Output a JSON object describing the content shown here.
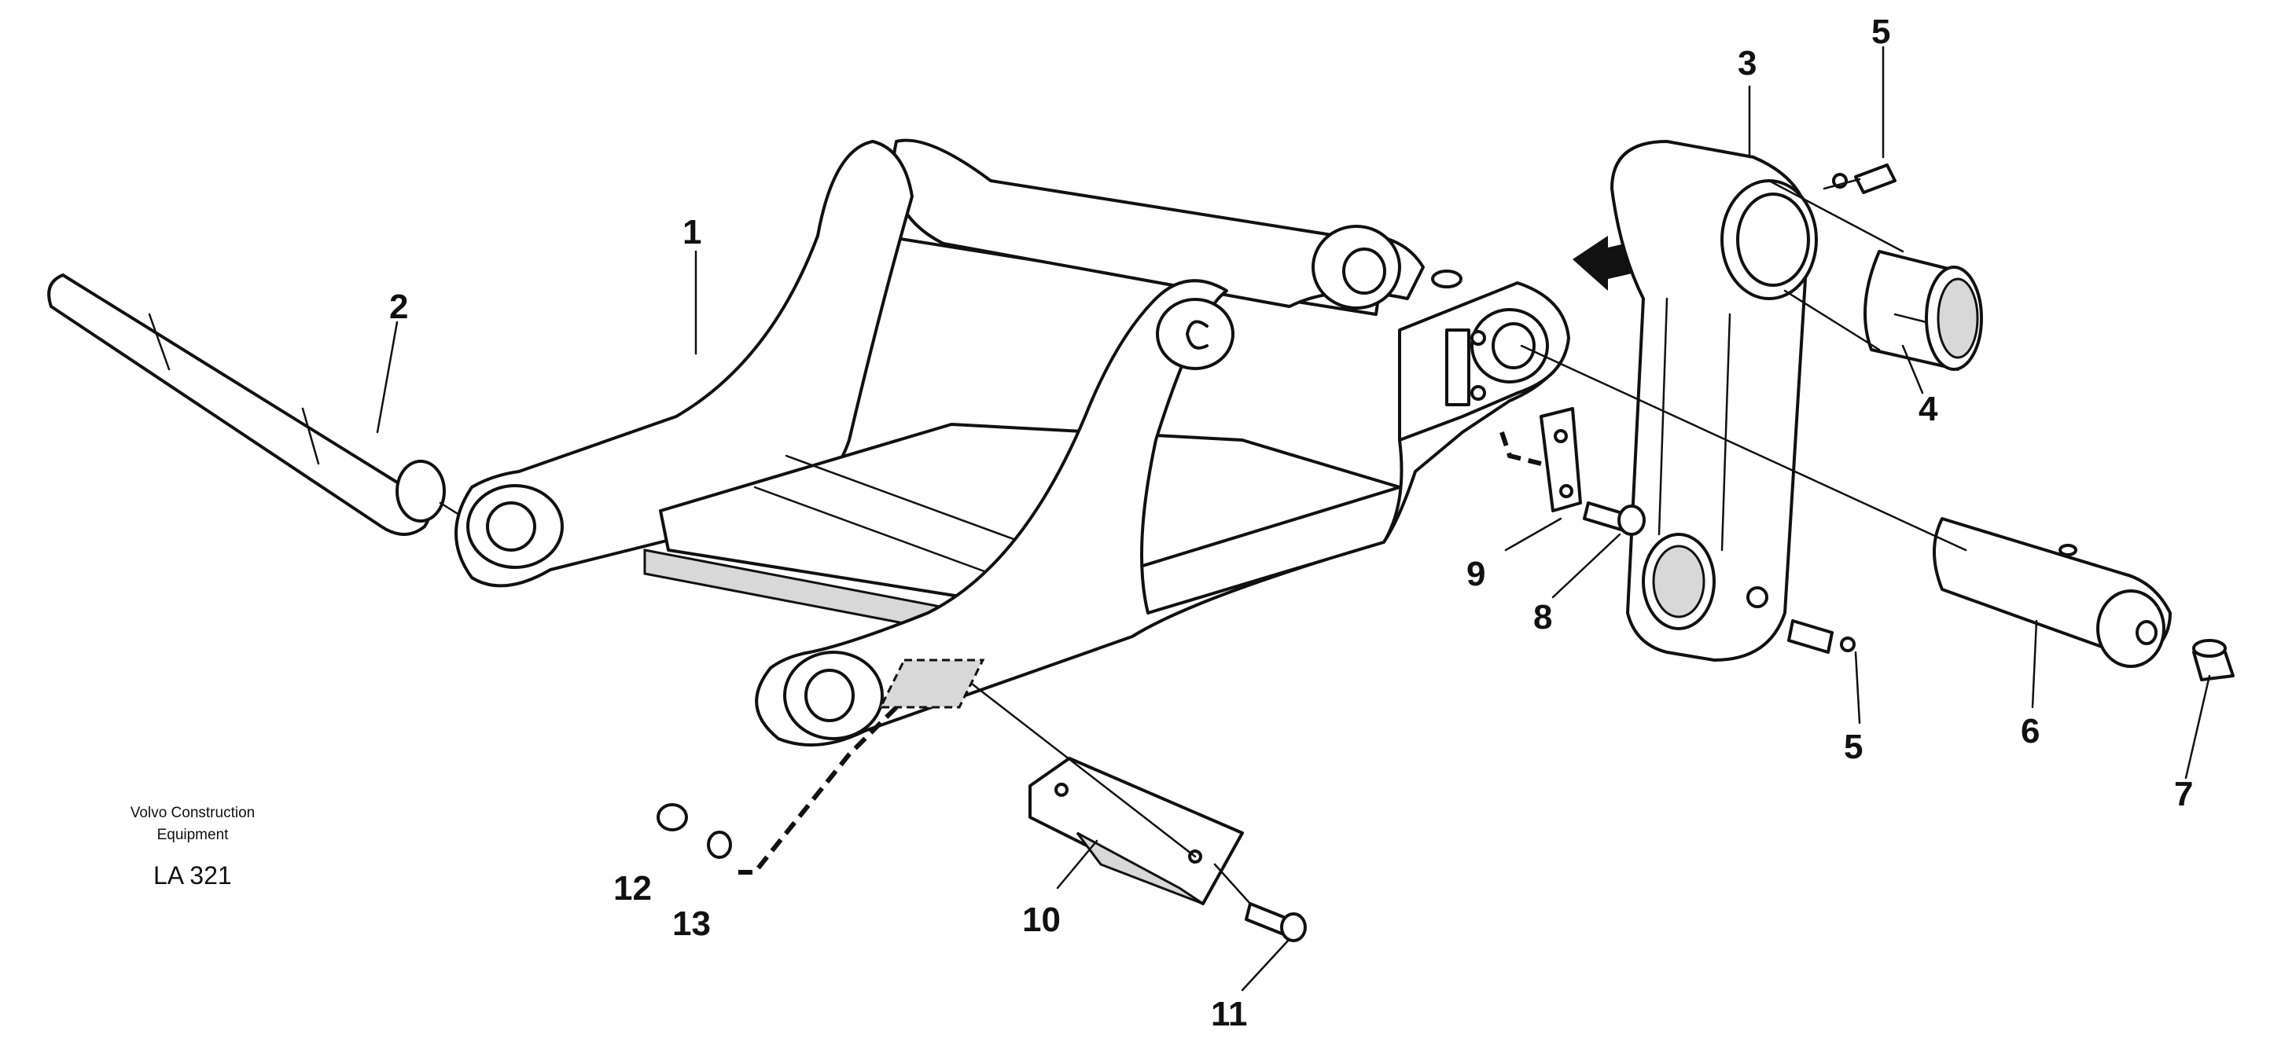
{
  "caption": {
    "company_line1": "Volvo Construction",
    "company_line2": "Equipment",
    "drawing_code": "LA 321"
  },
  "callouts": [
    "1",
    "2",
    "3",
    "4",
    "5",
    "5",
    "6",
    "7",
    "8",
    "9",
    "10",
    "11",
    "12",
    "13"
  ]
}
